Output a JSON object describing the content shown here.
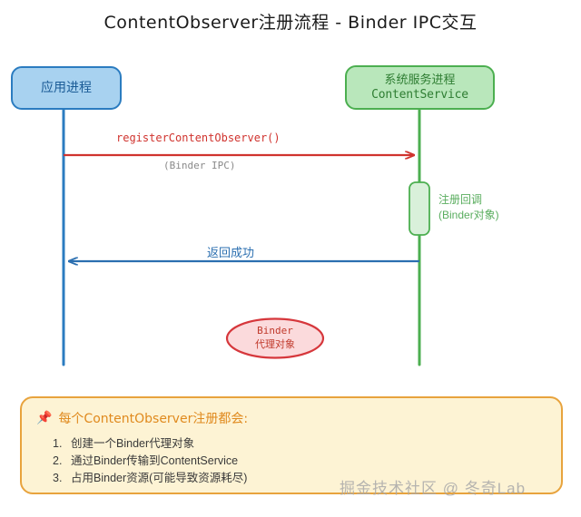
{
  "title": "ContentObserver注册流程 - Binder IPC交互",
  "participants": [
    {
      "id": "app",
      "name": "应用进程",
      "subname": "",
      "fill": "#a8d2f0",
      "stroke": "#2b7cc0",
      "text_color": "#1a5b96"
    },
    {
      "id": "service",
      "name": "系统服务进程",
      "subname": "ContentService",
      "fill": "#b9e7bb",
      "stroke": "#4caf50",
      "text_color": "#2e7d32"
    }
  ],
  "messages": [
    {
      "id": "register",
      "label": "registerContentObserver()",
      "sublabel": "(Binder IPC)",
      "direction": "right",
      "color": "#d0332e",
      "sublabel_color": "#8a8a8a"
    },
    {
      "id": "return",
      "label": "返回成功",
      "sublabel": "",
      "direction": "left",
      "color": "#2b6fb0",
      "sublabel_color": ""
    }
  ],
  "activation_note": {
    "line1": "注册回调",
    "line2": "(Binder对象)",
    "color": "#59ad5e"
  },
  "binder_proxy": {
    "line1": "Binder",
    "line2": "代理对象",
    "fill": "#fbdadc",
    "stroke": "#d6373c",
    "text_color": "#c0392b"
  },
  "note": {
    "pin_icon": "📌",
    "heading": "每个ContentObserver注册都会:",
    "items": [
      "创建一个Binder代理对象",
      "通过Binder传输到ContentService",
      "占用Binder资源(可能导致资源耗尽)"
    ],
    "background": "#fdf3d4",
    "border": "#e8a33d",
    "heading_color": "#e08a1e"
  },
  "watermark": "掘金技术社区 @ 冬奇Lab"
}
